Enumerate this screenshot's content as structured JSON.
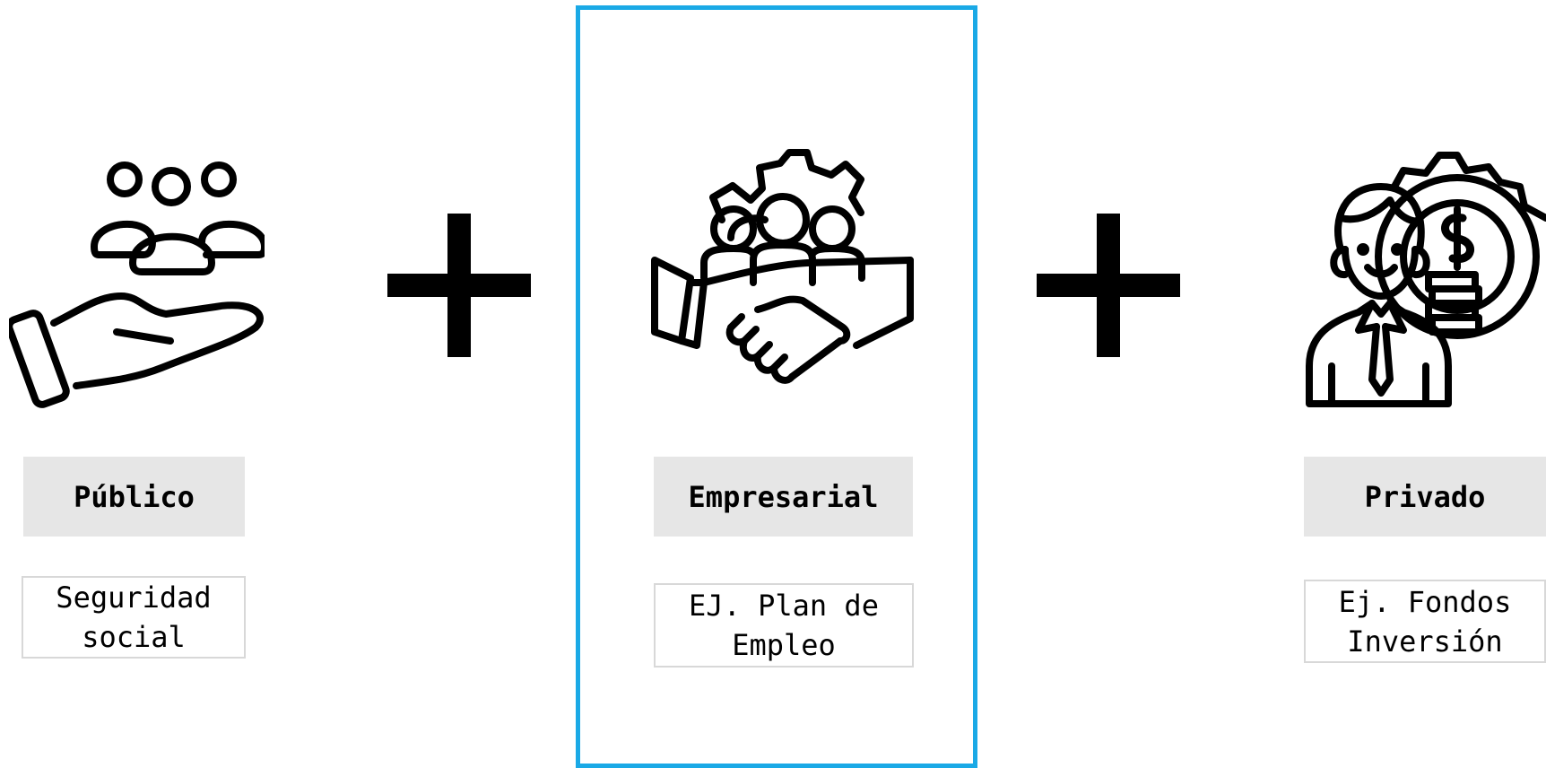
{
  "columns": [
    {
      "title": "Público",
      "description": "Seguridad\nsocial",
      "icon": "hand-holding-people-icon"
    },
    {
      "title": "Empresarial",
      "description": "EJ. Plan de\nEmpleo",
      "icon": "handshake-team-gear-icon"
    },
    {
      "title": "Privado",
      "description": "Ej. Fondos\nInversión",
      "icon": "businessman-money-gear-icon"
    }
  ],
  "operators": [
    "+",
    "+"
  ],
  "colors": {
    "highlight": "#1aa9e6",
    "title_bg": "#e6e6e6",
    "desc_border": "#d8d8d8"
  }
}
